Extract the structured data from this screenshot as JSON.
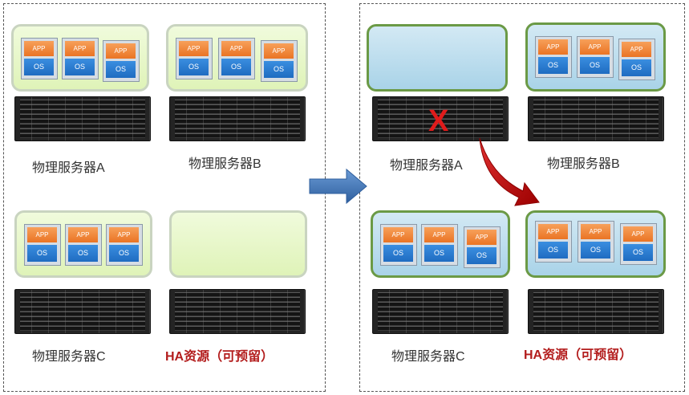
{
  "vm": {
    "app_label": "APP",
    "os_label": "OS"
  },
  "labels": {
    "server_a": "物理服务器A",
    "server_b": "物理服务器B",
    "server_c": "物理服务器C",
    "ha_resource": "HA资源（可预留）"
  },
  "failure_mark": "X",
  "colors": {
    "app": "#ea7424",
    "os": "#1f6cc1",
    "ha_label": "#b31d1d",
    "failure": "#e01b1b",
    "migration_arrow": "#c00000",
    "transition_arrow": "#3a6fb5"
  }
}
